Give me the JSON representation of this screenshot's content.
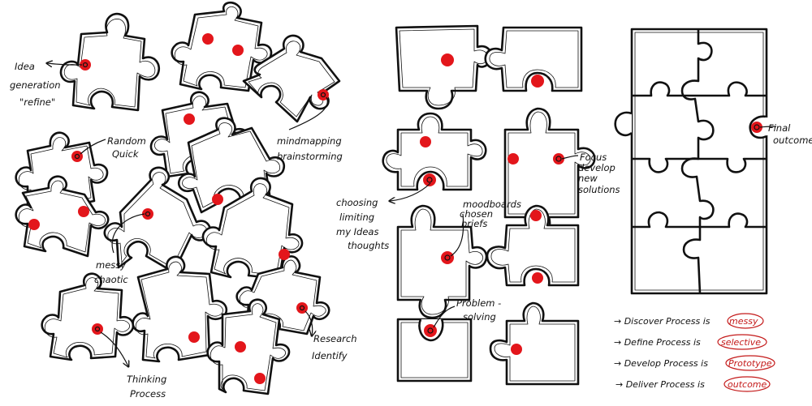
{
  "annotations": {
    "idea": [
      "Idea",
      "generation",
      "\"refine\""
    ],
    "random": [
      "Random",
      "Quick"
    ],
    "mindmapping": [
      "mindmapping",
      "brainstorming"
    ],
    "messy": [
      "messy",
      "chaotic"
    ],
    "thinking": [
      "Thinking",
      "Process"
    ],
    "research": [
      "Research",
      "Identify"
    ],
    "choosing": [
      "choosing",
      "limiting",
      "my Ideas",
      "thoughts"
    ],
    "moodboards": [
      "moodboards",
      "chosen",
      "briefs"
    ],
    "focus": [
      "Focus",
      "develop",
      "new",
      "solutions"
    ],
    "problem": [
      "Problem -",
      "solving"
    ],
    "final": [
      "Final",
      "outcome"
    ]
  },
  "legend": [
    {
      "text": "→ Discover Process is",
      "word": "messy"
    },
    {
      "text": "→ Define Process is",
      "word": "selective"
    },
    {
      "text": "→ Develop Process is",
      "word": "Prototype"
    },
    {
      "text": "→ Deliver Process is",
      "word": "outcome"
    }
  ],
  "colors": {
    "dot": "#e3161b",
    "ink": "#111111",
    "legend_word": "#c41a1a"
  }
}
